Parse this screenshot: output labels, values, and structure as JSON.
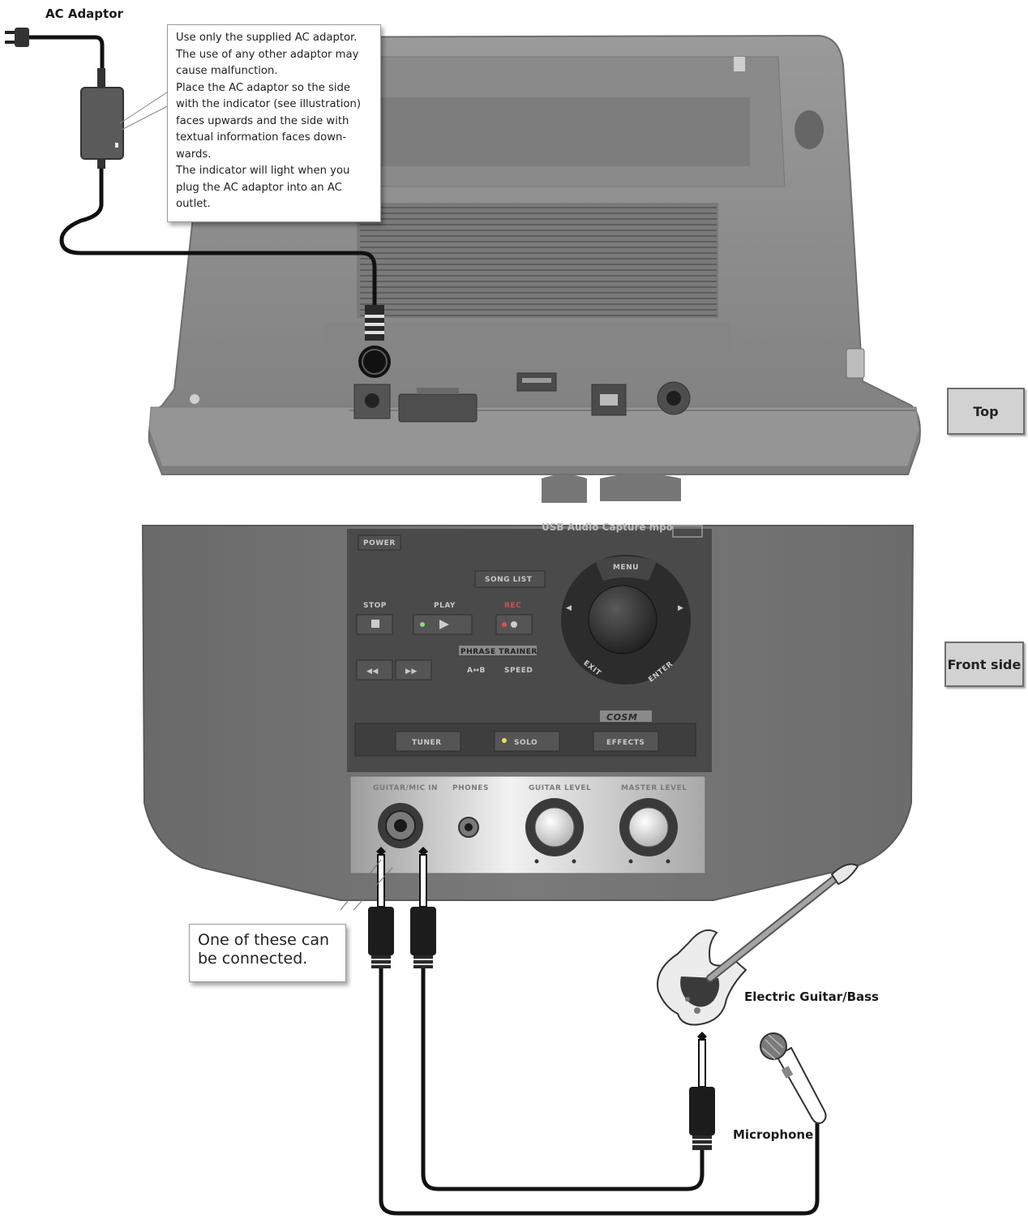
{
  "labels": {
    "ac_adaptor": "AC Adaptor",
    "top": "Top",
    "front_side": "Front side",
    "electric_guitar": "Electric Guitar/Bass",
    "microphone": "Microphone"
  },
  "ac_callout": {
    "lines": [
      "Use only the supplied AC adaptor.",
      "The use of any other adaptor may",
      "cause malfunction.",
      "Place the AC adaptor so the side",
      "with the indicator (see illustration)",
      "faces upwards and the side with",
      "textual information faces down-",
      "wards.",
      "The indicator will light when you",
      "plug the AC adaptor into an AC",
      "outlet."
    ]
  },
  "connect_callout": {
    "lines": [
      "One of these can",
      "be connected."
    ]
  },
  "panel": {
    "power": "POWER",
    "song_list": "SONG LIST",
    "menu": "MENU",
    "stop": "STOP",
    "play": "PLAY",
    "rec": "REC",
    "phrase_trainer": "PHRASE TRAINER",
    "ab": "A↔B",
    "speed": "SPEED",
    "exit": "EXIT",
    "enter": "ENTER",
    "cosm": "COSM",
    "tuner": "TUNER",
    "solo": "SOLO",
    "effects": "EFFECTS",
    "guitar_mic_in": "GUITAR/MIC IN",
    "phones": "PHONES",
    "guitar_level": "GUITAR LEVEL",
    "master_level": "MASTER LEVEL"
  },
  "colors": {
    "device_body": "#8c8c8c",
    "device_dark": "#545454",
    "cable": "#111111",
    "button_fill": "#d2d2d2"
  }
}
